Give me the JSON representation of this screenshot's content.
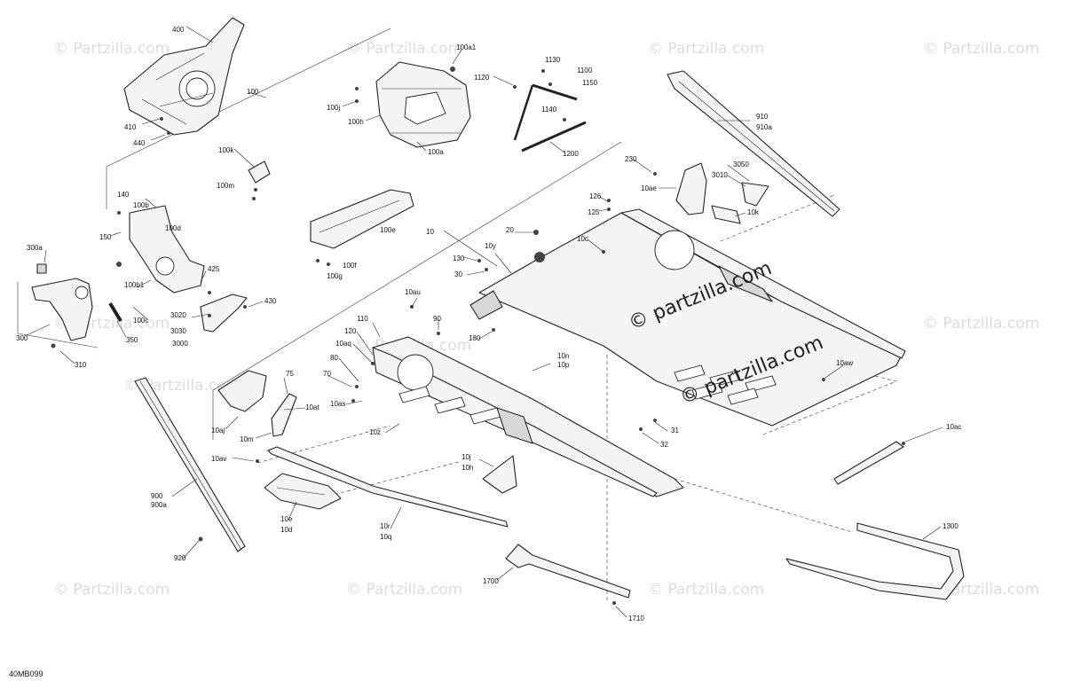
{
  "diagram_code": "40MB099",
  "watermark_text": "© Partzilla.com",
  "watermark_text_lower": "© partzilla.com",
  "labels": [
    "400",
    "100",
    "410",
    "440",
    "100a1",
    "100j",
    "100h",
    "100a",
    "1130",
    "1120",
    "1100",
    "1140",
    "1150",
    "1200",
    "910",
    "910a",
    "100k",
    "100m",
    "140",
    "100b",
    "150",
    "100d",
    "300a",
    "425",
    "100b1",
    "3020",
    "430",
    "3030",
    "100c",
    "300",
    "350",
    "3000",
    "310",
    "100e",
    "100f",
    "100g",
    "10",
    "20",
    "10y",
    "130",
    "30",
    "10c",
    "126",
    "125",
    "230",
    "3050",
    "3010",
    "10ae",
    "10k",
    "10au",
    "90",
    "110",
    "120",
    "180",
    "10aq",
    "80",
    "70",
    "10n",
    "10p",
    "10as",
    "10aw",
    "75",
    "10at",
    "10aj",
    "10m",
    "10z",
    "31",
    "32",
    "10ac",
    "10av",
    "10j",
    "10h",
    "900",
    "900a",
    "10e",
    "10d",
    "10r",
    "10q",
    "920",
    "1300",
    "1700",
    "1710"
  ]
}
